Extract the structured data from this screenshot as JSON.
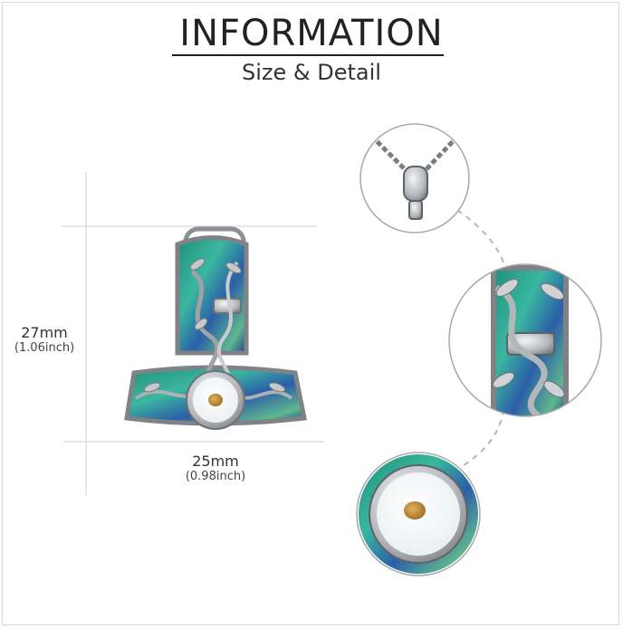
{
  "header": {
    "title": "INFORMATION",
    "subtitle": "Size & Detail"
  },
  "dimensions": {
    "height": {
      "value": "27mm",
      "imperial": "(1.06inch)"
    },
    "width": {
      "value": "25mm",
      "imperial": "(0.98inch)"
    }
  },
  "colors": {
    "abalone_teal": "#2fa890",
    "abalone_blue": "#2b5fa8",
    "silver": "#b9bcc0",
    "seed": "#c9963e"
  }
}
